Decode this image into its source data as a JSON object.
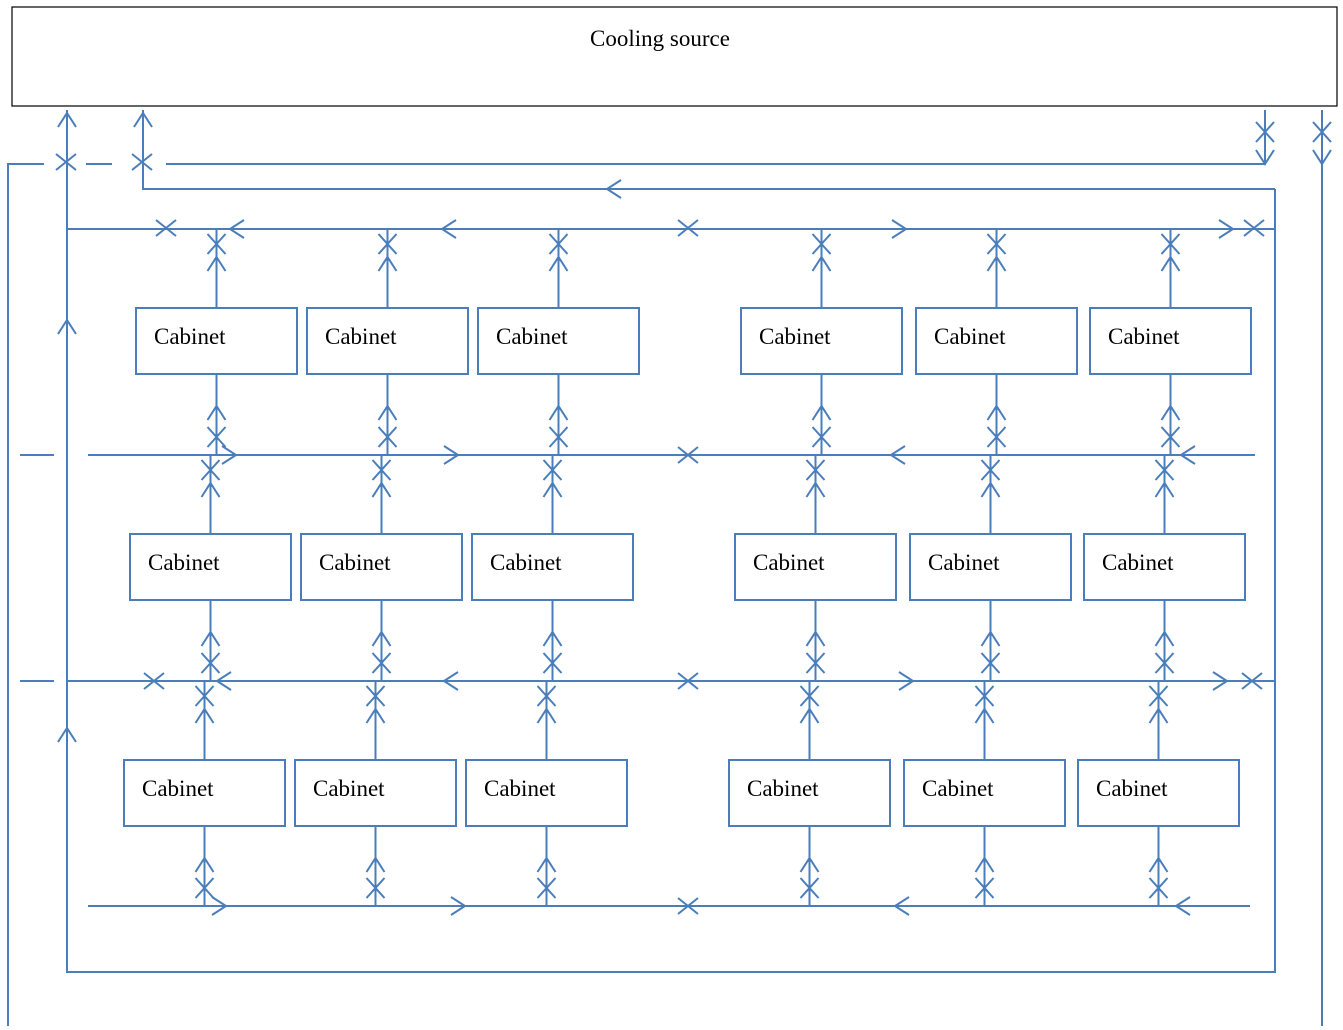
{
  "source": {
    "label": "Cooling source"
  },
  "cabinets": {
    "row1": [
      "Cabinet",
      "Cabinet",
      "Cabinet",
      "Cabinet",
      "Cabinet",
      "Cabinet"
    ],
    "row2": [
      "Cabinet",
      "Cabinet",
      "Cabinet",
      "Cabinet",
      "Cabinet",
      "Cabinet"
    ],
    "row3": [
      "Cabinet",
      "Cabinet",
      "Cabinet",
      "Cabinet",
      "Cabinet",
      "Cabinet"
    ]
  },
  "colors": {
    "pipe": "#4a7ebb",
    "source_border": "#000000",
    "text": "#000000"
  }
}
